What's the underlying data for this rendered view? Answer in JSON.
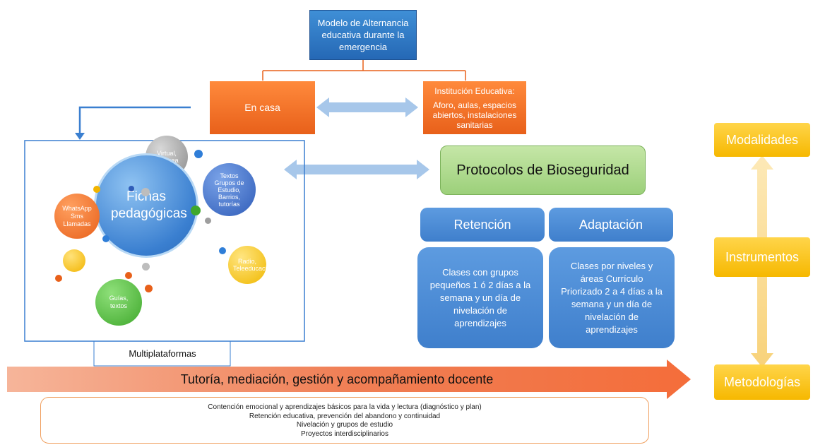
{
  "top_box": "Modelo de Alternancia educativa durante la emergencia",
  "left_box": "En casa",
  "right_box": {
    "title": "Institución Educativa:",
    "detail": "Aforo, aulas, espacios abiertos, instalaciones sanitarias"
  },
  "bubbles": {
    "center": "Fichas pedagógicas",
    "virtual": "Virtual, En línea",
    "textos": "Textos Grupos de Estudio, Barrios, tutorías",
    "whatsapp": "WhatsApp Sms Llamadas",
    "radio": "Radio, Teleeducación",
    "guias": "Guías, textos"
  },
  "multiplatform_label": "Multiplataformas",
  "protocol_box": "Protocolos de Bioseguridad",
  "retention": {
    "header": "Retención",
    "body": "Clases con grupos pequeños 1 ó 2 días a la semana y un día de nivelación de aprendizajes"
  },
  "adaptation": {
    "header": "Adaptación",
    "body": "Clases por niveles y áreas Currículo Priorizado 2 a 4 días a la semana y un día de nivelación de aprendizajes"
  },
  "side_labels": {
    "top": "Modalidades",
    "middle": "Instrumentos",
    "bottom": "Metodologías"
  },
  "band": "Tutoría, mediación, gestión y acompañamiento docente",
  "notes": [
    "Contención emocional y aprendizajes básicos para la vida y lectura (diagnóstico y plan)",
    "Retención educativa, prevención del abandono y continuidad",
    "Nivelación y grupos de estudio",
    "Proyectos interdisciplinarios"
  ],
  "colors": {
    "blue": "#2f7ed8",
    "orange": "#f26f21",
    "green": "#a9d98b",
    "gold": "#f9c21a",
    "salmon": "#f3926a"
  }
}
